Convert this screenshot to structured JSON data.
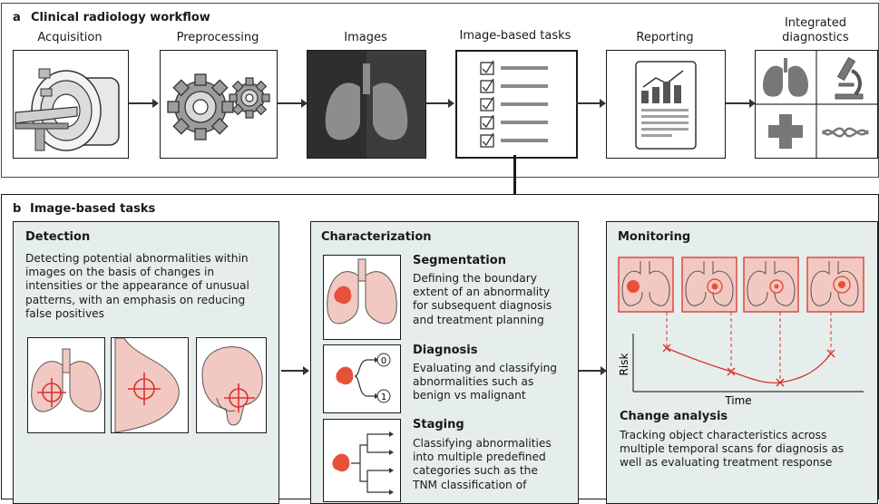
{
  "panel_a": {
    "letter": "a",
    "title": "Clinical radiology workflow",
    "steps": [
      {
        "label": "Acquisition"
      },
      {
        "label": "Preprocessing"
      },
      {
        "label": "Images"
      },
      {
        "label": "Image-based tasks"
      },
      {
        "label": "Reporting"
      },
      {
        "label_line1": "Integrated",
        "label_line2": "diagnostics"
      }
    ]
  },
  "panel_b": {
    "letter": "b",
    "title": "Image-based tasks",
    "detection": {
      "title": "Detection",
      "lines": [
        "Detecting potential abnormalities within",
        "images on the basis of changes in",
        "intensities or the appearance of unusual",
        "patterns, with an emphasis on reducing",
        "false positives"
      ]
    },
    "characterization": {
      "title": "Characterization",
      "segmentation": {
        "title": "Segmentation",
        "lines": [
          "Defining the boundary",
          "extent of an abnormality",
          "for subsequent diagnosis",
          "and treatment planning"
        ]
      },
      "diagnosis": {
        "title": "Diagnosis",
        "lines": [
          "Evaluating and classifying",
          "abnormalities such as",
          "benign vs malignant"
        ],
        "class_0": "0",
        "class_1": "1"
      },
      "staging": {
        "title": "Staging",
        "lines": [
          "Classifying abnormalities",
          "into multiple predefined",
          "categories such as the",
          "TNM classification of"
        ]
      }
    },
    "monitoring": {
      "title": "Monitoring",
      "y_axis": "Risk",
      "x_axis": "Time",
      "change_title": "Change analysis",
      "lines": [
        "Tracking object characteristics across",
        "multiple temporal scans for diagnosis as",
        "well as evaluating treatment response"
      ]
    }
  },
  "colors": {
    "panel_fill": "#e6eeeb",
    "lung_fill": "#f2c9c2",
    "lesion": "#e8503a",
    "marker": "#d9332a",
    "dark_tile": "#2e2e2e"
  }
}
